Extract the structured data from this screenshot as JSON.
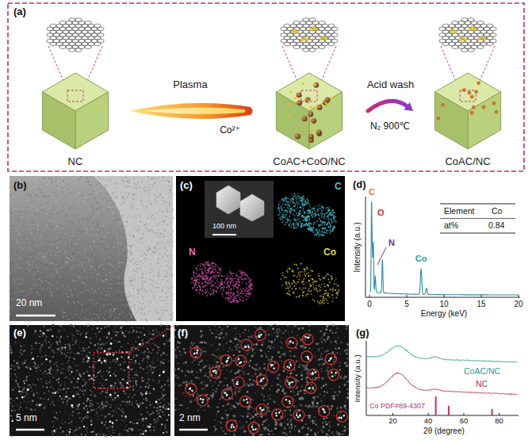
{
  "diagram": {
    "nodes": [
      {
        "text": [
          "NC"
        ]
      },
      {
        "text": [
          "CoAC+CoO/NC"
        ]
      },
      {
        "text": [
          "CoAC/NC"
        ]
      }
    ],
    "edges": [
      {
        "from": 0,
        "to": 1,
        "arrow": "none",
        "label": "Plasma"
      },
      {
        "from": 1,
        "to": 2,
        "arrow": "to",
        "label": "Acid wash"
      }
    ],
    "labels": [
      "(a)",
      "Co²⁺",
      "N₂ 900℃",
      "(b)",
      "20 nm",
      "(c)",
      "100 nm",
      "C",
      "N",
      "Co",
      "(d)",
      "C",
      "O",
      "N",
      "Co",
      "Element",
      "Co",
      "at%",
      "0.84",
      "Intensity (a.u.)",
      "0",
      "5",
      "10",
      "15",
      "20",
      "Energy (keV)",
      "(e)",
      "5 nm",
      "(f)",
      "2 nm",
      "(g)",
      "CoAC/NC",
      "NC",
      "Co PDF#89-4307",
      "Intensity (a.u.)",
      "20",
      "40",
      "60",
      "80",
      "2θ (degree)"
    ]
  }
}
